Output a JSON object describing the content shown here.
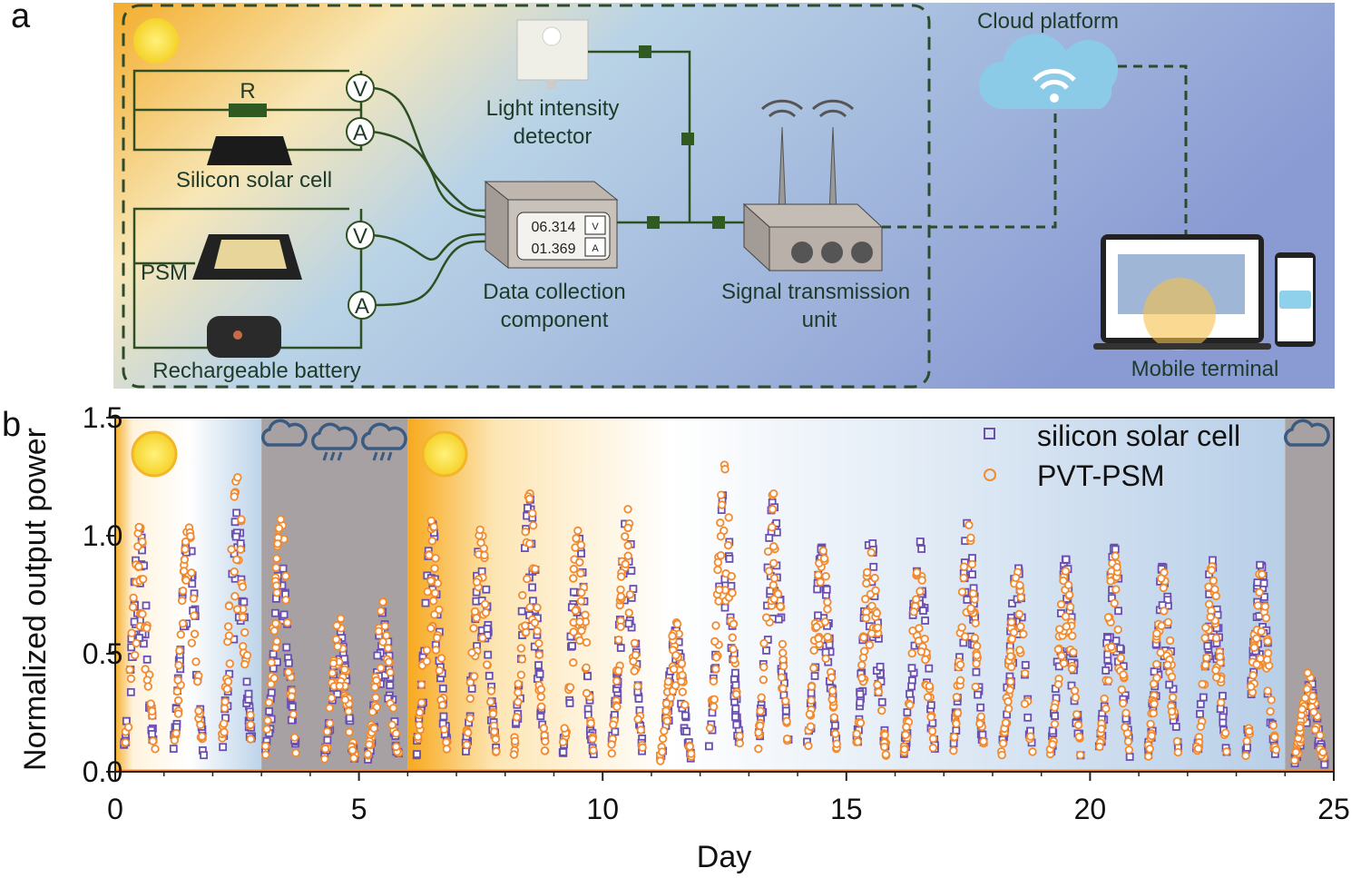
{
  "panel_a": {
    "panel_label": "a",
    "resistor_label": "R",
    "voltmeter_label": "V",
    "ammeter_label": "A",
    "silicon_cell_label": "Silicon solar cell",
    "psm_label": "PSM",
    "battery_label": "Rechargeable battery",
    "light_detector_label": [
      "Light intensity",
      "detector"
    ],
    "data_collection_label": [
      "Data collection",
      "component"
    ],
    "display_voltage": "06.314",
    "display_current": "01.369",
    "display_unit_v": "V",
    "display_unit_a": "A",
    "signal_unit_label": [
      "Signal transmission",
      "unit"
    ],
    "cloud_label": "Cloud platform",
    "mobile_label": "Mobile terminal",
    "colors": {
      "wire": "#2f4f22",
      "sun": "#f7e03a",
      "cloud": "#8ccbe8"
    }
  },
  "chart_data": {
    "type": "scatter",
    "panel_label": "b",
    "title": "",
    "xlabel": "Day",
    "ylabel": "Normalized output power",
    "xlim": [
      0,
      25
    ],
    "ylim": [
      0,
      1.5
    ],
    "xticks": [
      "0",
      "5",
      "10",
      "15",
      "20",
      "25"
    ],
    "xtick_values": [
      0,
      5,
      10,
      15,
      20,
      25
    ],
    "yticks": [
      "0.0",
      "0.5",
      "1.0",
      "1.5"
    ],
    "ytick_values": [
      0,
      0.5,
      1.0,
      1.5
    ],
    "legend_position": "top-right",
    "cloudy_periods": [
      [
        3,
        6
      ],
      [
        24,
        25
      ]
    ],
    "weather_icons": [
      "sun",
      "cloud",
      "rain",
      "rain",
      "sun",
      "cloud"
    ],
    "days": [
      0.5,
      1.5,
      2.5,
      3.4,
      4.6,
      5.5,
      6.5,
      7.5,
      8.5,
      9.5,
      10.5,
      11.5,
      12.5,
      13.5,
      14.5,
      15.5,
      16.5,
      17.5,
      18.5,
      19.5,
      20.5,
      21.5,
      22.5,
      23.5,
      24.5
    ],
    "series": [
      {
        "name": "silicon solar cell",
        "marker": "square",
        "color": "#6a4fb0",
        "daily_peak": [
          1.03,
          1.03,
          1.1,
          0.9,
          0.6,
          0.68,
          1.05,
          1.0,
          1.16,
          1.0,
          1.1,
          0.6,
          1.2,
          1.15,
          0.95,
          1.0,
          0.98,
          1.07,
          0.88,
          0.9,
          0.95,
          0.88,
          0.9,
          0.88,
          0.4
        ]
      },
      {
        "name": "PVT-PSM",
        "marker": "circle",
        "color": "#f28a2e",
        "daily_peak": [
          1.04,
          1.04,
          1.25,
          1.07,
          0.66,
          0.72,
          1.07,
          1.03,
          1.18,
          1.03,
          1.12,
          0.64,
          1.3,
          1.18,
          0.95,
          0.95,
          0.9,
          1.05,
          0.85,
          0.85,
          0.92,
          0.85,
          0.87,
          0.85,
          0.43
        ]
      }
    ]
  }
}
